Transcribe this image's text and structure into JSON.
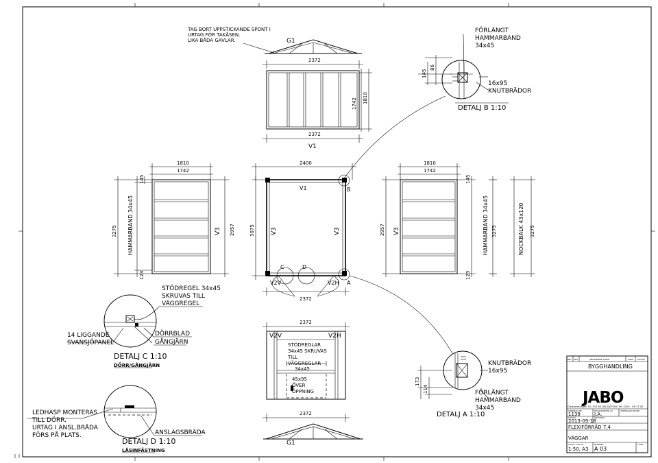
{
  "notes": {
    "top_note": [
      "TAG BORT UPPSTICKANDE SPONT I",
      "URTAG FÖR TAKÅSEN.",
      "LIKA BÅDA GAVLAR."
    ],
    "stodregel": [
      "STÖDREGEL 34x45",
      "SKRUVAS TILL",
      "VÄGGREGEL"
    ],
    "liggande": [
      "14 LIGGANDE",
      "SVANSJÖPANEL"
    ],
    "dorrblad": "DÖRRBLAD",
    "gangjarn": "GÅNGJÄRN",
    "ledhasp": [
      "LEDHASP MONTERAS",
      "TILL DÖRR.",
      "URTAG I ANSL.BRÄDA",
      "FÖRS PÅ PLATS."
    ],
    "anslag": "ANSLAGSBRÄDA",
    "stodreglar_plan": [
      "STÖDREGLAR",
      "34x45 SKRUVAS",
      "TILL",
      "VÄGGREGLAR",
      "34x45"
    ],
    "over_oppning": [
      "45x95",
      "ÖVER",
      "ÖPPNING"
    ]
  },
  "details": {
    "b_title": "DETALJ B 1:10",
    "b_forlangt": [
      "FÖRLÄNGT",
      "HAMMARBAND",
      "34x45"
    ],
    "b_knut": [
      "16x95",
      "KNUTBRÄDOR"
    ],
    "c_title": "DETALJ C 1:10",
    "c_sub": "DÖRR/GÅNGJÄRN",
    "d_title": "DETALJ D 1:10",
    "d_sub": "LÅSINFÄSTNING",
    "a_title": "DETALJ A 1:10",
    "a_knut": [
      "KNUTBRÄDOR",
      "16x95"
    ],
    "a_forlangt": [
      "FÖRLÄNGT",
      "HAMMARBAND",
      "34x45"
    ]
  },
  "labels": {
    "g1": "G1",
    "v1": "V1",
    "v2v": "V2V",
    "v2h": "V2H",
    "v3": "V3",
    "a": "A",
    "b": "B",
    "c": "C",
    "d": "D",
    "hammarband": "HAMMARBAND 34x45",
    "nockbalk": "NOCKBALK 43x120"
  },
  "dims": {
    "d2372": "2372",
    "d2400": "2400",
    "d1810": "1810",
    "d1742": "1742",
    "d3275": "3275",
    "d3075": "3075",
    "d2957": "2957",
    "d145": "145",
    "d86": "86",
    "d123": "123",
    "d173": "173",
    "d114": "114"
  },
  "title_block": {
    "header_cols": [
      "BET",
      "ANT",
      "ÄNDRINGEN AVSER",
      "SIGN",
      "DATUM"
    ],
    "status": "BYGGHANDLING",
    "brand": "JABO",
    "address": "Gislavedsvägen 10, 514 63  DALSJÖFORS Tel: 0325 - 56 17 00",
    "uppdrag_label": "UPPDRAG NR",
    "uppdrag": "1139",
    "ansvarig_label": "RITAD/KONSTR AV",
    "ansvarig": "J.A.",
    "uppdragsledare_label": "UPPDRAGSLEDARE",
    "datum_label": "DATUM",
    "datum": "2013-09-18",
    "handlaggare_label": "ANSVARIG",
    "projekt": "FLEXIFÖRRÅD 7,4",
    "innehall": "VÄGGAR",
    "skala_label": "SKALA 1:50 A3",
    "skala": "1:50, A3",
    "nummer_label": "NUMMER",
    "nummer": "A 03",
    "bet_label": "T BET"
  }
}
